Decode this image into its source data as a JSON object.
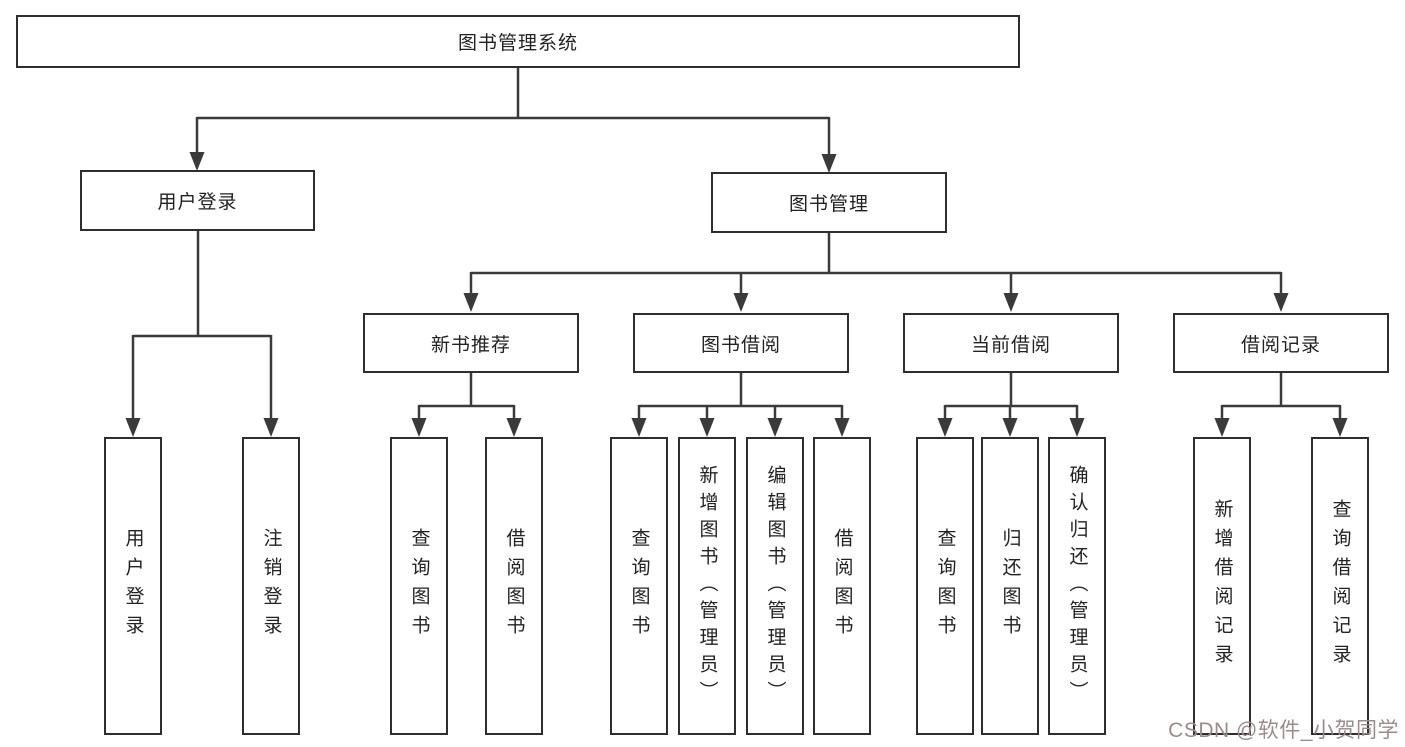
{
  "colors": {
    "line": "#3a3a3a",
    "box_border": "#2e2e2e",
    "text": "#222222",
    "watermark": "#9b8b8b",
    "background": "#ffffff"
  },
  "tree": {
    "label": "图书管理系统",
    "children": [
      {
        "label": "用户登录",
        "children": [
          {
            "label": "用户登录"
          },
          {
            "label": "注销登录"
          }
        ]
      },
      {
        "label": "图书管理",
        "children": [
          {
            "label": "新书推荐",
            "children": [
              {
                "label": "查询图书"
              },
              {
                "label": "借阅图书"
              }
            ]
          },
          {
            "label": "图书借阅",
            "children": [
              {
                "label": "查询图书"
              },
              {
                "label": "新增图书（管理员）"
              },
              {
                "label": "编辑图书（管理员）"
              },
              {
                "label": "借阅图书"
              }
            ]
          },
          {
            "label": "当前借阅",
            "children": [
              {
                "label": "查询图书"
              },
              {
                "label": "归还图书"
              },
              {
                "label": "确认归还（管理员）"
              }
            ]
          },
          {
            "label": "借阅记录",
            "children": [
              {
                "label": "新增借阅记录"
              },
              {
                "label": "查询借阅记录"
              }
            ]
          }
        ]
      }
    ]
  },
  "watermark": {
    "text": "CSDN @软件_小贺同学"
  }
}
